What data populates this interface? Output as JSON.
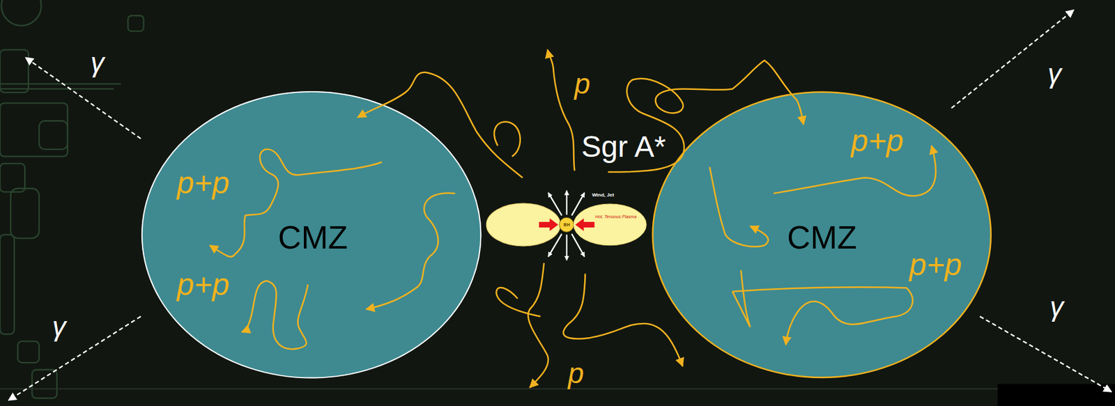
{
  "diagram": {
    "nodes": [
      {
        "text": [
          "p+p",
          "CMZ",
          "p+p"
        ]
      },
      {
        "text": [
          "p+p",
          "CMZ",
          "p+p"
        ]
      },
      {
        "text": [
          "BH"
        ]
      },
      {
        "text": [
          "Hot, Tenuous Plasma"
        ]
      }
    ],
    "labels": [
      "γ",
      "γ",
      "γ",
      "γ",
      "p",
      "Sgr A*",
      "Wind, Jet",
      "p"
    ]
  }
}
